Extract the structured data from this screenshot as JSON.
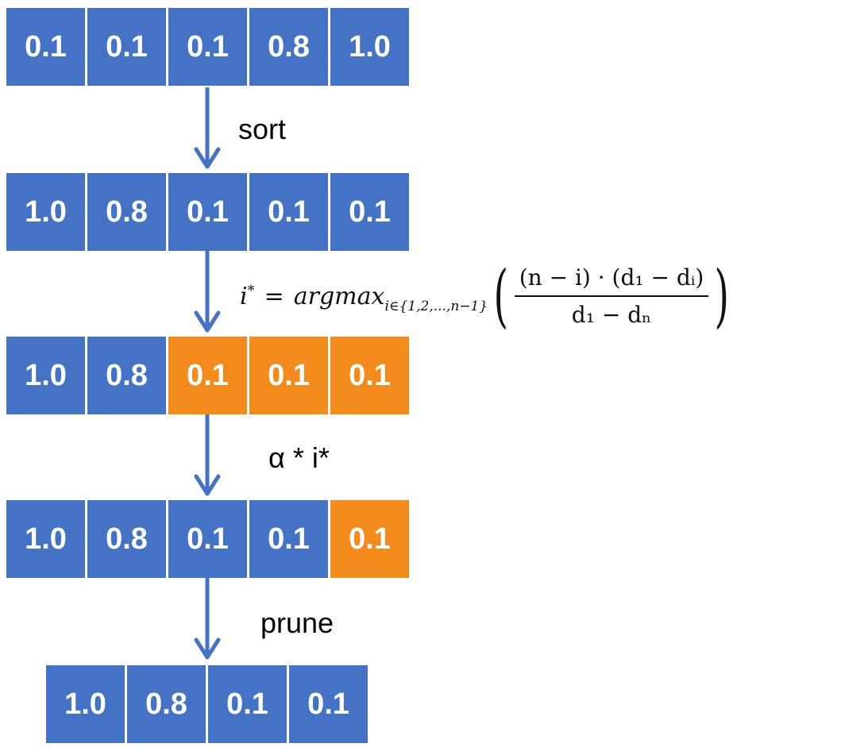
{
  "colors": {
    "cell_blue": "#4472c4",
    "cell_orange": "#f28a1c",
    "arrow": "#4472c4"
  },
  "rows": [
    {
      "cells": [
        {
          "value": "0.1",
          "highlight": false
        },
        {
          "value": "0.1",
          "highlight": false
        },
        {
          "value": "0.1",
          "highlight": false
        },
        {
          "value": "0.8",
          "highlight": false
        },
        {
          "value": "1.0",
          "highlight": false
        }
      ]
    },
    {
      "cells": [
        {
          "value": "1.0",
          "highlight": false
        },
        {
          "value": "0.8",
          "highlight": false
        },
        {
          "value": "0.1",
          "highlight": false
        },
        {
          "value": "0.1",
          "highlight": false
        },
        {
          "value": "0.1",
          "highlight": false
        }
      ]
    },
    {
      "cells": [
        {
          "value": "1.0",
          "highlight": false
        },
        {
          "value": "0.8",
          "highlight": false
        },
        {
          "value": "0.1",
          "highlight": true
        },
        {
          "value": "0.1",
          "highlight": true
        },
        {
          "value": "0.1",
          "highlight": true
        }
      ]
    },
    {
      "cells": [
        {
          "value": "1.0",
          "highlight": false
        },
        {
          "value": "0.8",
          "highlight": false
        },
        {
          "value": "0.1",
          "highlight": false
        },
        {
          "value": "0.1",
          "highlight": false
        },
        {
          "value": "0.1",
          "highlight": true
        }
      ]
    },
    {
      "cells": [
        {
          "value": "1.0",
          "highlight": false
        },
        {
          "value": "0.8",
          "highlight": false
        },
        {
          "value": "0.1",
          "highlight": false
        },
        {
          "value": "0.1",
          "highlight": false
        }
      ]
    }
  ],
  "steps": {
    "sort": "sort",
    "scale": "α * i*",
    "prune": "prune"
  },
  "formula": {
    "lhs_var": "i",
    "lhs_sup": "*",
    "equals": "=",
    "fn": "argmax",
    "subscript": "i∈{1,2,...,n−1}",
    "open_paren": "(",
    "close_paren": ")",
    "numerator": "(n − i) · (d₁ − dᵢ)",
    "denominator": "d₁ − dₙ"
  }
}
